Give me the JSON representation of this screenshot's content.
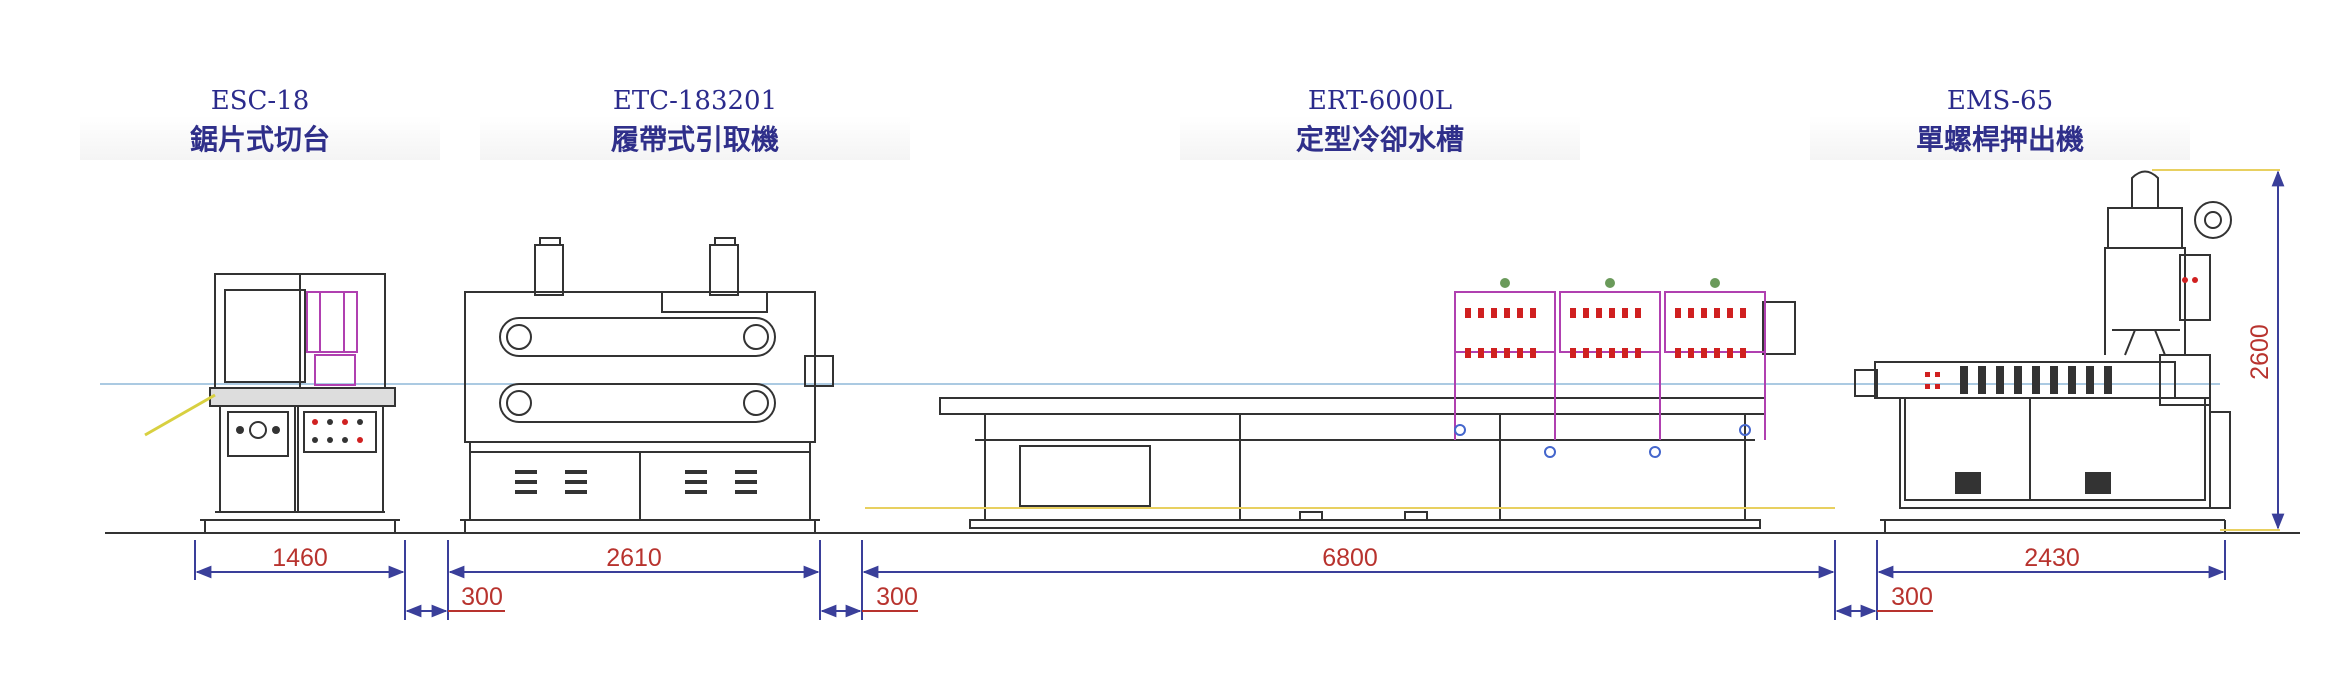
{
  "machines": [
    {
      "model": "ESC-18",
      "name": "鋸片式切台"
    },
    {
      "model": "ETC-183201",
      "name": "履帶式引取機"
    },
    {
      "model": "ERT-6000L",
      "name": "定型冷卻水槽"
    },
    {
      "model": "EMS-65",
      "name": "單螺桿押出機"
    }
  ],
  "dimensions": {
    "cutter_length": "1460",
    "haul_off_length": "2610",
    "tank_length": "6800",
    "extruder_length": "2430",
    "gap_1": "300",
    "gap_2": "300",
    "gap_3": "300",
    "extruder_height": "2600"
  },
  "colors": {
    "line": "#333333",
    "dimension": "#3a3f9a",
    "dimension_text": "#b8332e",
    "axis": "#8fb8d8",
    "accent_red": "#d02020",
    "accent_magenta": "#b040b0",
    "accent_yellow": "#e8d060"
  }
}
